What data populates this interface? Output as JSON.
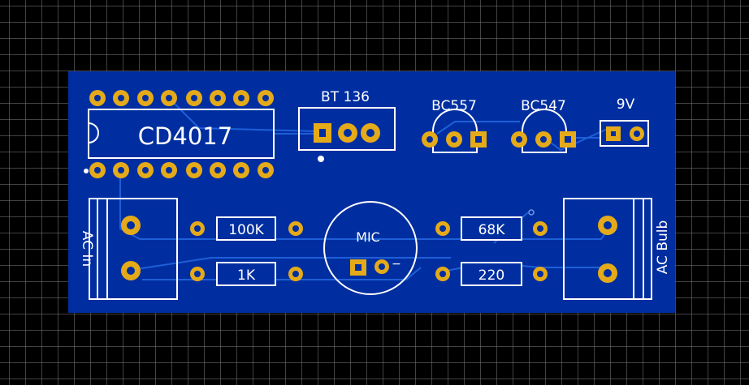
{
  "board": {
    "colors": {
      "board": "#002ea0",
      "silk": "#ffffff",
      "pad": "#e4aa19",
      "trace": "#1f5fd8",
      "background": "#000000"
    }
  },
  "components": {
    "ic_label": "CD4017",
    "bt136_label": "BT 136",
    "bc557_label": "BC557",
    "bc547_label": "BC547",
    "battery_label": "9V",
    "ac_in_label": "AC In",
    "ac_bulb_label": "AC Bulb",
    "mic_label": "MIC",
    "mic_polarity": "−",
    "r1_label": "100K",
    "r2_label": "1K",
    "r3_label": "68K",
    "r4_label": "220"
  }
}
